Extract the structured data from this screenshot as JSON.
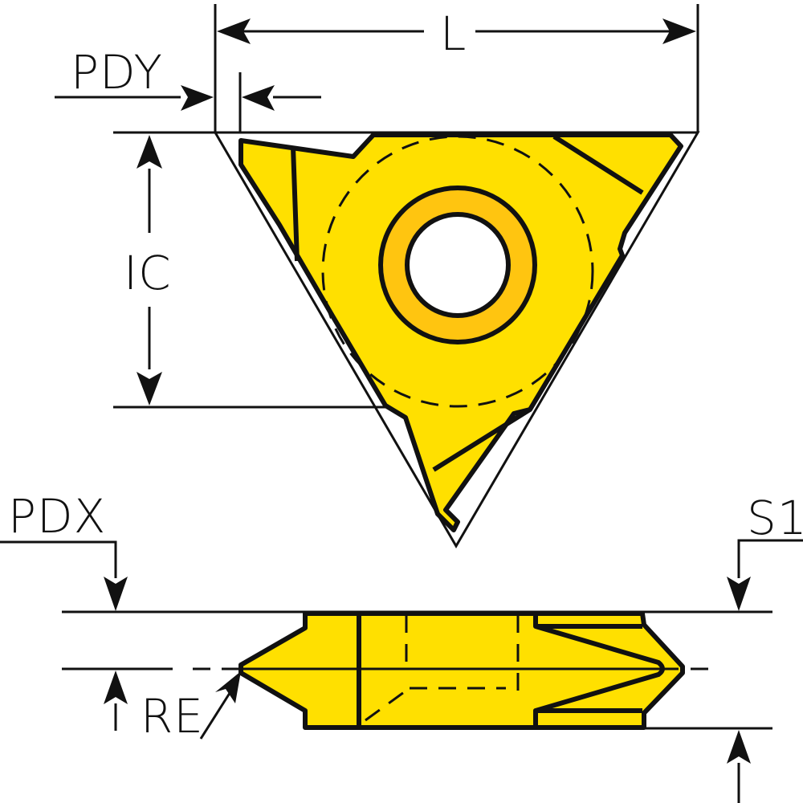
{
  "diagram": {
    "subject": "threading insert",
    "views": [
      "top view",
      "side profile view"
    ],
    "dimensions": {
      "L": "L",
      "PDY": "PDY",
      "IC": "IC",
      "PDX": "PDX",
      "S1": "S1",
      "RE": "RE"
    },
    "colors": {
      "insert_body": "#FFE000",
      "bore_ring": "#FFC510",
      "outline": "#111111",
      "background": "#FFFFFF",
      "hole": "#FFFFFF"
    }
  }
}
